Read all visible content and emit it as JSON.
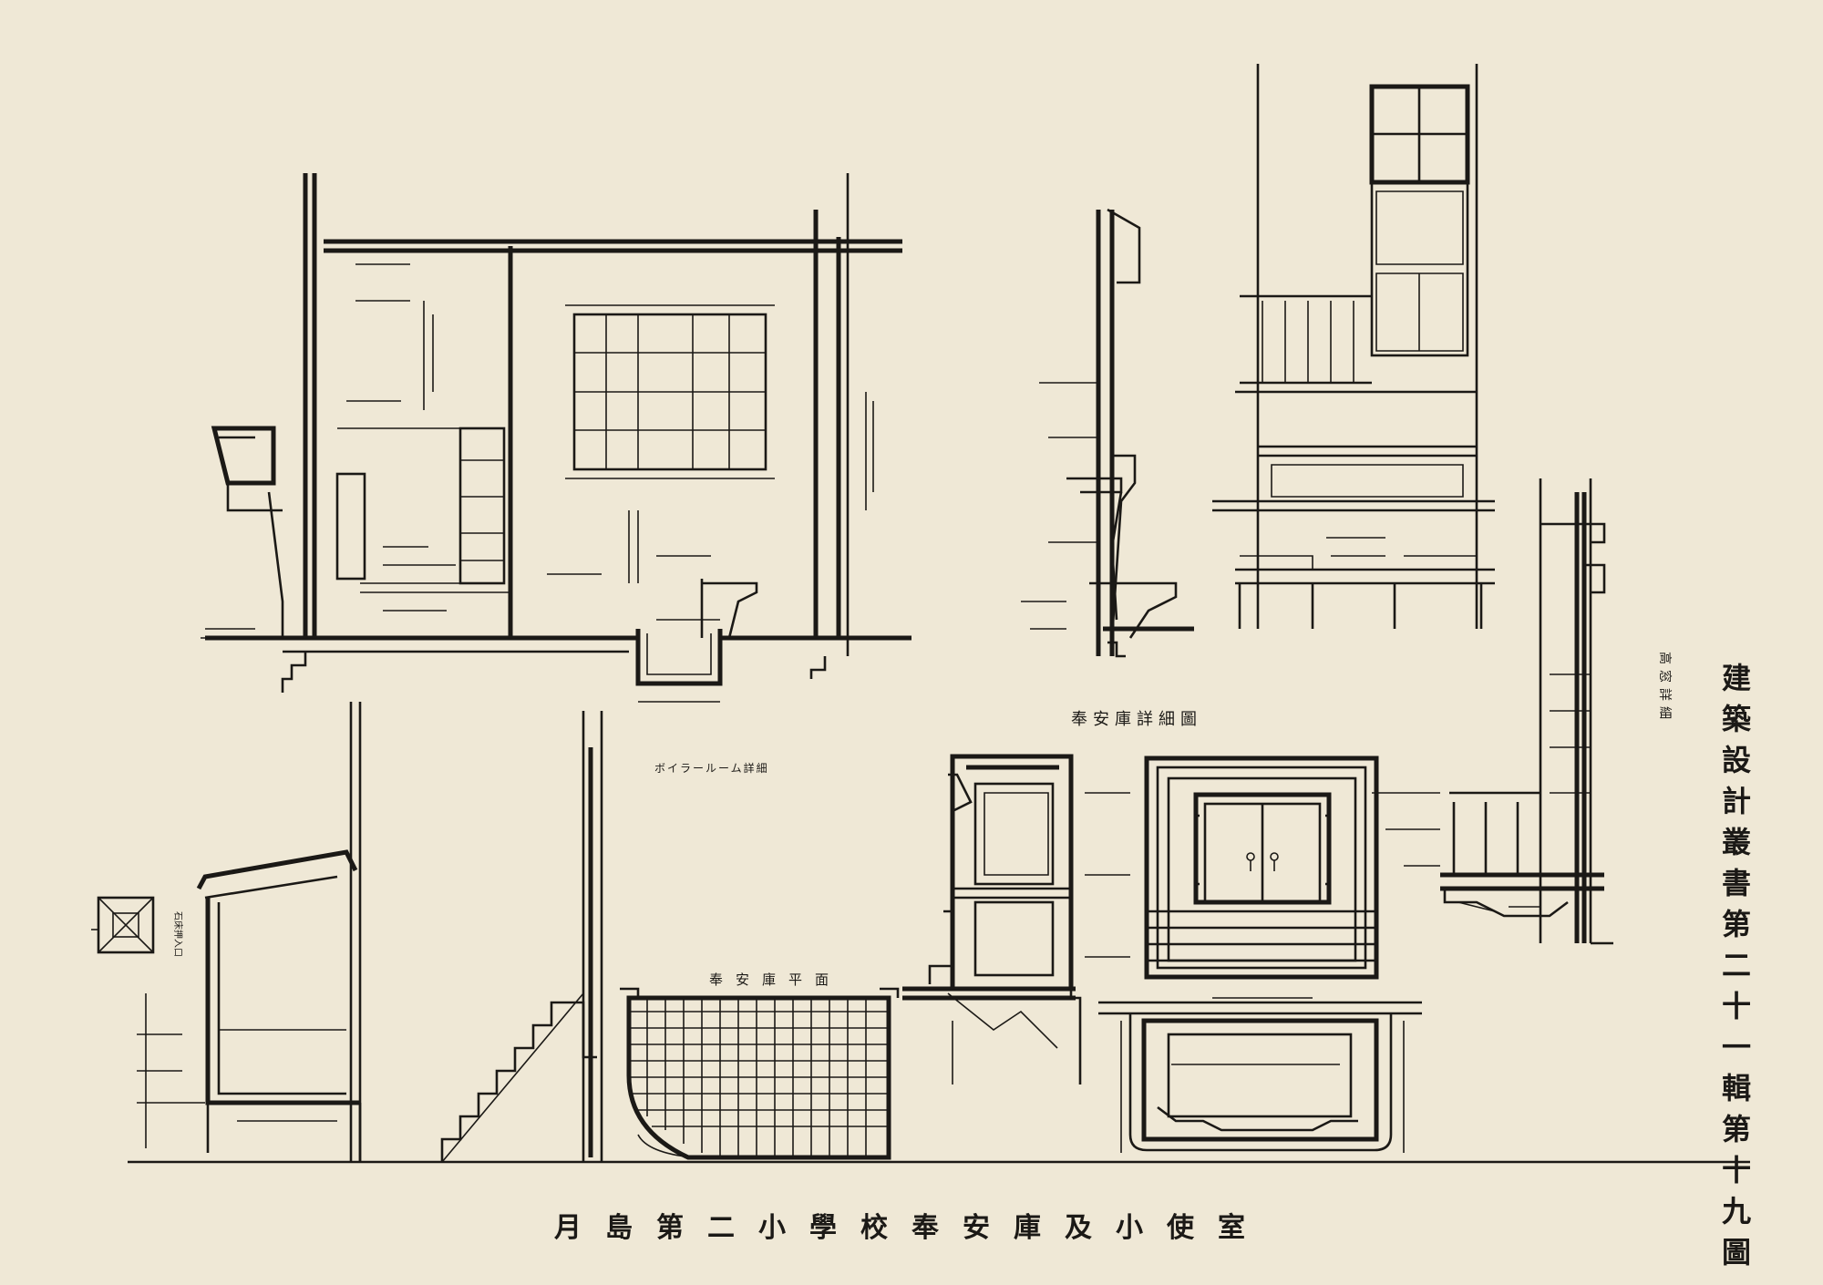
{
  "sheet": {
    "series_label": "建築設計叢書第二十一輯第十九圖",
    "caption": "月島第二小學校奉安庫及小使室"
  },
  "labels": {
    "houanko_detail": "奉安庫詳細圖",
    "boiler_room_detail": "ボイラールーム詳細",
    "plan_view": "奉安庫平面",
    "stone_floor_opening": "石床押入口",
    "wall_section": "高窓詳細"
  }
}
